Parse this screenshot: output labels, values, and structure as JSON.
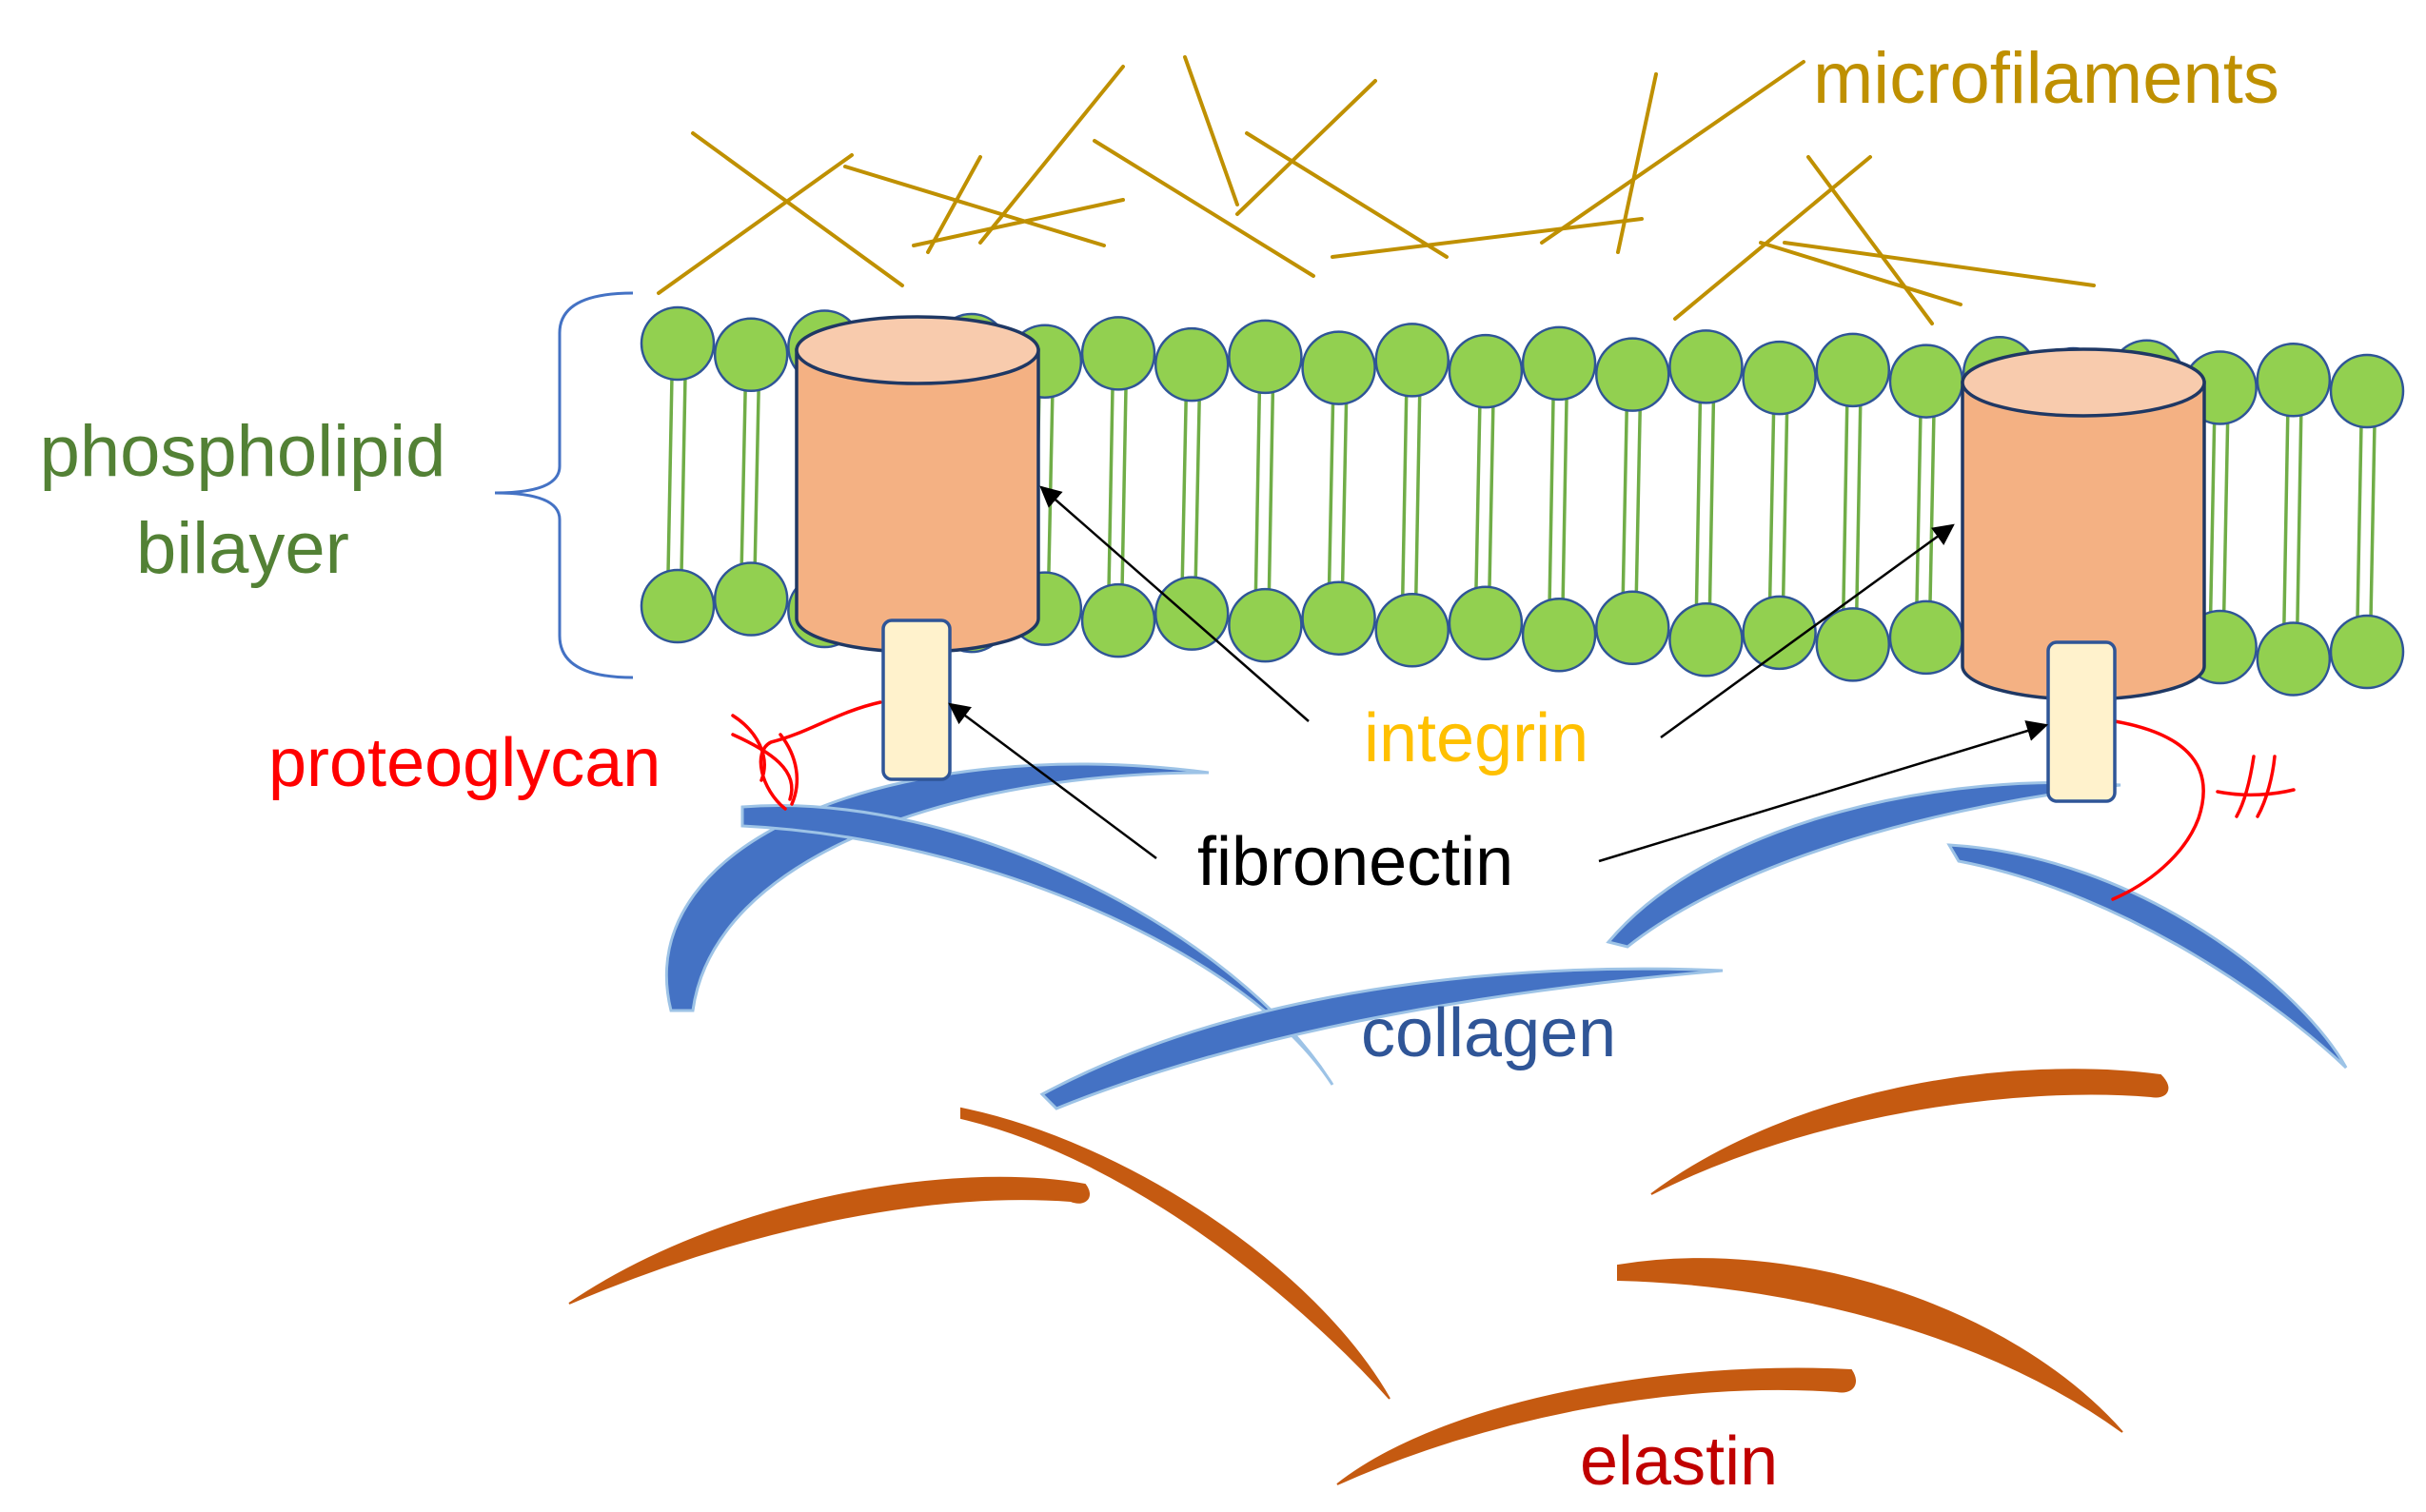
{
  "labels": {
    "microfilaments": "microfilaments",
    "phospholipid_line1": "phospholipid",
    "phospholipid_line2": "bilayer",
    "proteoglycan": "proteoglycan",
    "integrin": "integrin",
    "fibronectin": "fibronectin",
    "collagen": "collagen",
    "elastin": "elastin"
  },
  "colors": {
    "microfilament": "#bf9000",
    "phospholipid_text": "#538135",
    "lipid_head_fill": "#92d050",
    "lipid_head_stroke": "#2f5597",
    "lipid_tail": "#70ad47",
    "integrin_body": "#f4b183",
    "integrin_top": "#f8cbad",
    "integrin_stroke": "#1f3864",
    "fibronectin_fill": "#fff2cc",
    "proteoglycan": "#ff0000",
    "integrin_text": "#ffc000",
    "fibronectin_text": "#000000",
    "collagen": "#4472c4",
    "collagen_outline": "#9dc3e6",
    "elastin": "#c55a11",
    "brace": "#4472c4"
  }
}
